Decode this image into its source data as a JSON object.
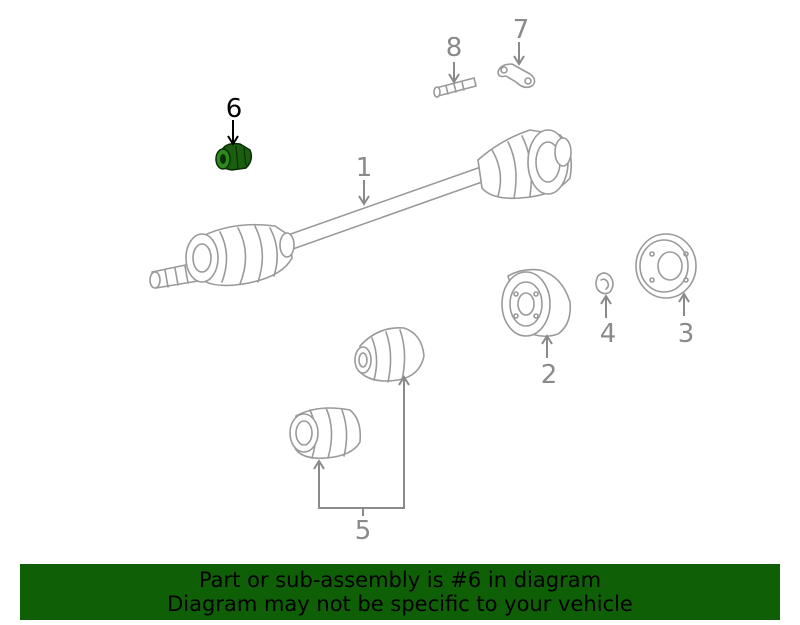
{
  "diagram": {
    "callouts": {
      "c1": "1",
      "c2": "2",
      "c3": "3",
      "c4": "4",
      "c5": "5",
      "c6": "6",
      "c7": "7",
      "c8": "8"
    },
    "highlight_color": "#1a5e0e",
    "line_color": "#9a9a9a"
  },
  "banner": {
    "line1": "Part or sub-assembly is #6 in diagram",
    "line2": "Diagram may not be specific to your vehicle",
    "background": "#0f5f06"
  }
}
